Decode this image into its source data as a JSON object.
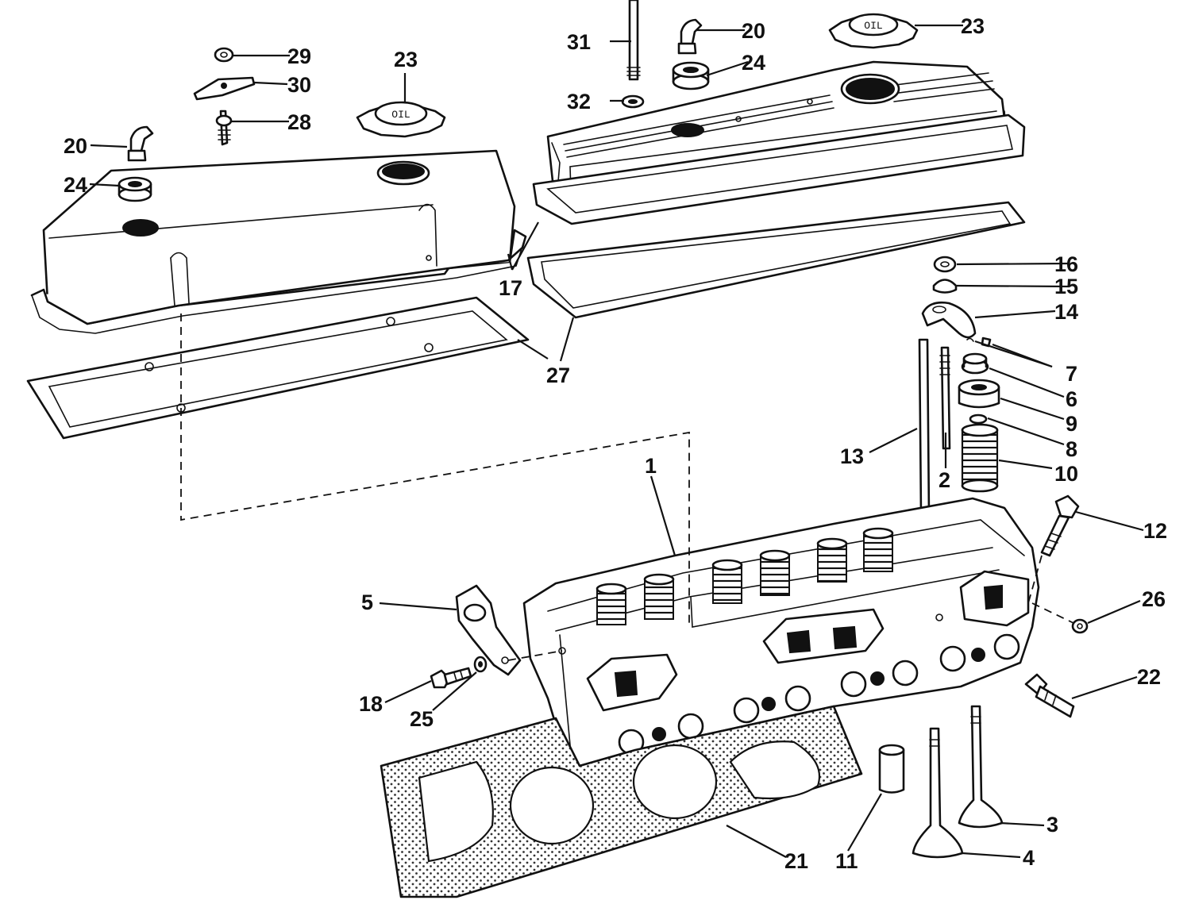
{
  "caps": {
    "label": "OIL"
  },
  "callouts": [
    {
      "id": "c1",
      "text": "1"
    },
    {
      "id": "c2",
      "text": "2"
    },
    {
      "id": "c3",
      "text": "3"
    },
    {
      "id": "c4",
      "text": "4"
    },
    {
      "id": "c5",
      "text": "5"
    },
    {
      "id": "c6",
      "text": "6"
    },
    {
      "id": "c7",
      "text": "7"
    },
    {
      "id": "c8",
      "text": "8"
    },
    {
      "id": "c9",
      "text": "9"
    },
    {
      "id": "c10",
      "text": "10"
    },
    {
      "id": "c11",
      "text": "11"
    },
    {
      "id": "c12",
      "text": "12"
    },
    {
      "id": "c13",
      "text": "13"
    },
    {
      "id": "c14",
      "text": "14"
    },
    {
      "id": "c15",
      "text": "15"
    },
    {
      "id": "c16",
      "text": "16"
    },
    {
      "id": "c17",
      "text": "17"
    },
    {
      "id": "c18",
      "text": "18"
    },
    {
      "id": "c20a",
      "text": "20"
    },
    {
      "id": "c20b",
      "text": "20"
    },
    {
      "id": "c21",
      "text": "21"
    },
    {
      "id": "c22",
      "text": "22"
    },
    {
      "id": "c23a",
      "text": "23"
    },
    {
      "id": "c23b",
      "text": "23"
    },
    {
      "id": "c24a",
      "text": "24"
    },
    {
      "id": "c24b",
      "text": "24"
    },
    {
      "id": "c25",
      "text": "25"
    },
    {
      "id": "c26",
      "text": "26"
    },
    {
      "id": "c27",
      "text": "27"
    },
    {
      "id": "c28",
      "text": "28"
    },
    {
      "id": "c29",
      "text": "29"
    },
    {
      "id": "c30",
      "text": "30"
    },
    {
      "id": "c31",
      "text": "31"
    },
    {
      "id": "c32",
      "text": "32"
    }
  ]
}
